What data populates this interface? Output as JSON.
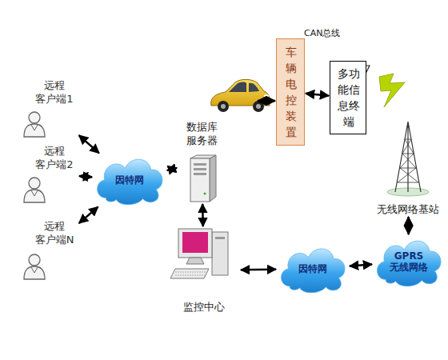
{
  "diagram": {
    "nodes": [
      {
        "text": [
          "远程 客户端1"
        ]
      },
      {
        "text": [
          "因特网"
        ]
      },
      {
        "text": [
          "数据库 服务器"
        ]
      },
      {
        "text": [
          "车 辆 电 控 装 置"
        ]
      },
      {
        "text": [
          "多功 能信 息终 端"
        ]
      },
      {
        "text": [
          "远程 客户端2"
        ]
      },
      {
        "text": [
          "无线网络基站"
        ]
      },
      {
        "text": [
          "远程 客户端N"
        ]
      },
      {
        "text": [
          "监控中心"
        ]
      },
      {
        "text": [
          "因特网"
        ]
      },
      {
        "text": [
          "GPRS 无线网络"
        ]
      }
    ],
    "edges": [
      {
        "from": 0,
        "to": 1,
        "arrow": "both"
      },
      {
        "from": 5,
        "to": 1,
        "arrow": "both"
      },
      {
        "from": 7,
        "to": 1,
        "arrow": "both"
      },
      {
        "from": 1,
        "to": 2,
        "arrow": "both"
      },
      {
        "from": 2,
        "to": 8,
        "arrow": "both"
      },
      {
        "from": 8,
        "to": 9,
        "arrow": "both"
      },
      {
        "from": 9,
        "to": 10,
        "arrow": "both"
      },
      {
        "from": 10,
        "to": 6,
        "arrow": "both"
      },
      {
        "from": 3,
        "to": 4,
        "label": "CAN总线",
        "arrow": "both"
      }
    ]
  }
}
